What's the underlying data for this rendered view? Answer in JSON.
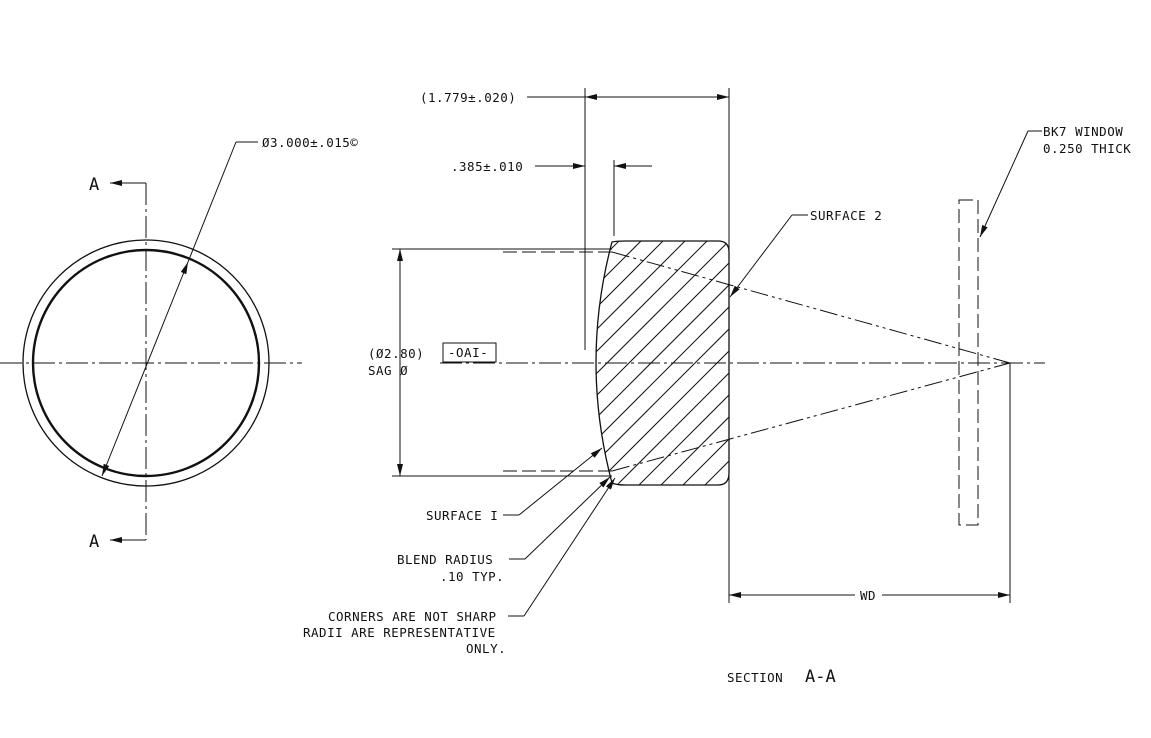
{
  "front_view": {
    "section_marker_top": "A",
    "section_marker_bottom": "A",
    "diameter_callout": "Ø3.000±.015©"
  },
  "section_view": {
    "overall_length": "(1.779±.020)",
    "sag_dimension": ".385±.010",
    "sag_diameter_line1": "(Ø2.80)",
    "sag_diameter_line2": "SAG Ø",
    "oa_box": "-OAI-",
    "surface_2": "SURFACE 2",
    "surface_1": "SURFACE I",
    "blend_radius_line1": "BLEND  RADIUS",
    "blend_radius_line2": ".10 TYP.",
    "corners_line1": "CORNERS ARE NOT SHARP",
    "corners_line2": "RADII ARE REPRESENTATIVE",
    "corners_line3": "ONLY.",
    "window_line1": "BK7 WINDOW",
    "window_line2": "0.250 THICK",
    "wd_label": "WD",
    "section_label_prefix": "SECTION",
    "section_label_id": "A-A"
  }
}
